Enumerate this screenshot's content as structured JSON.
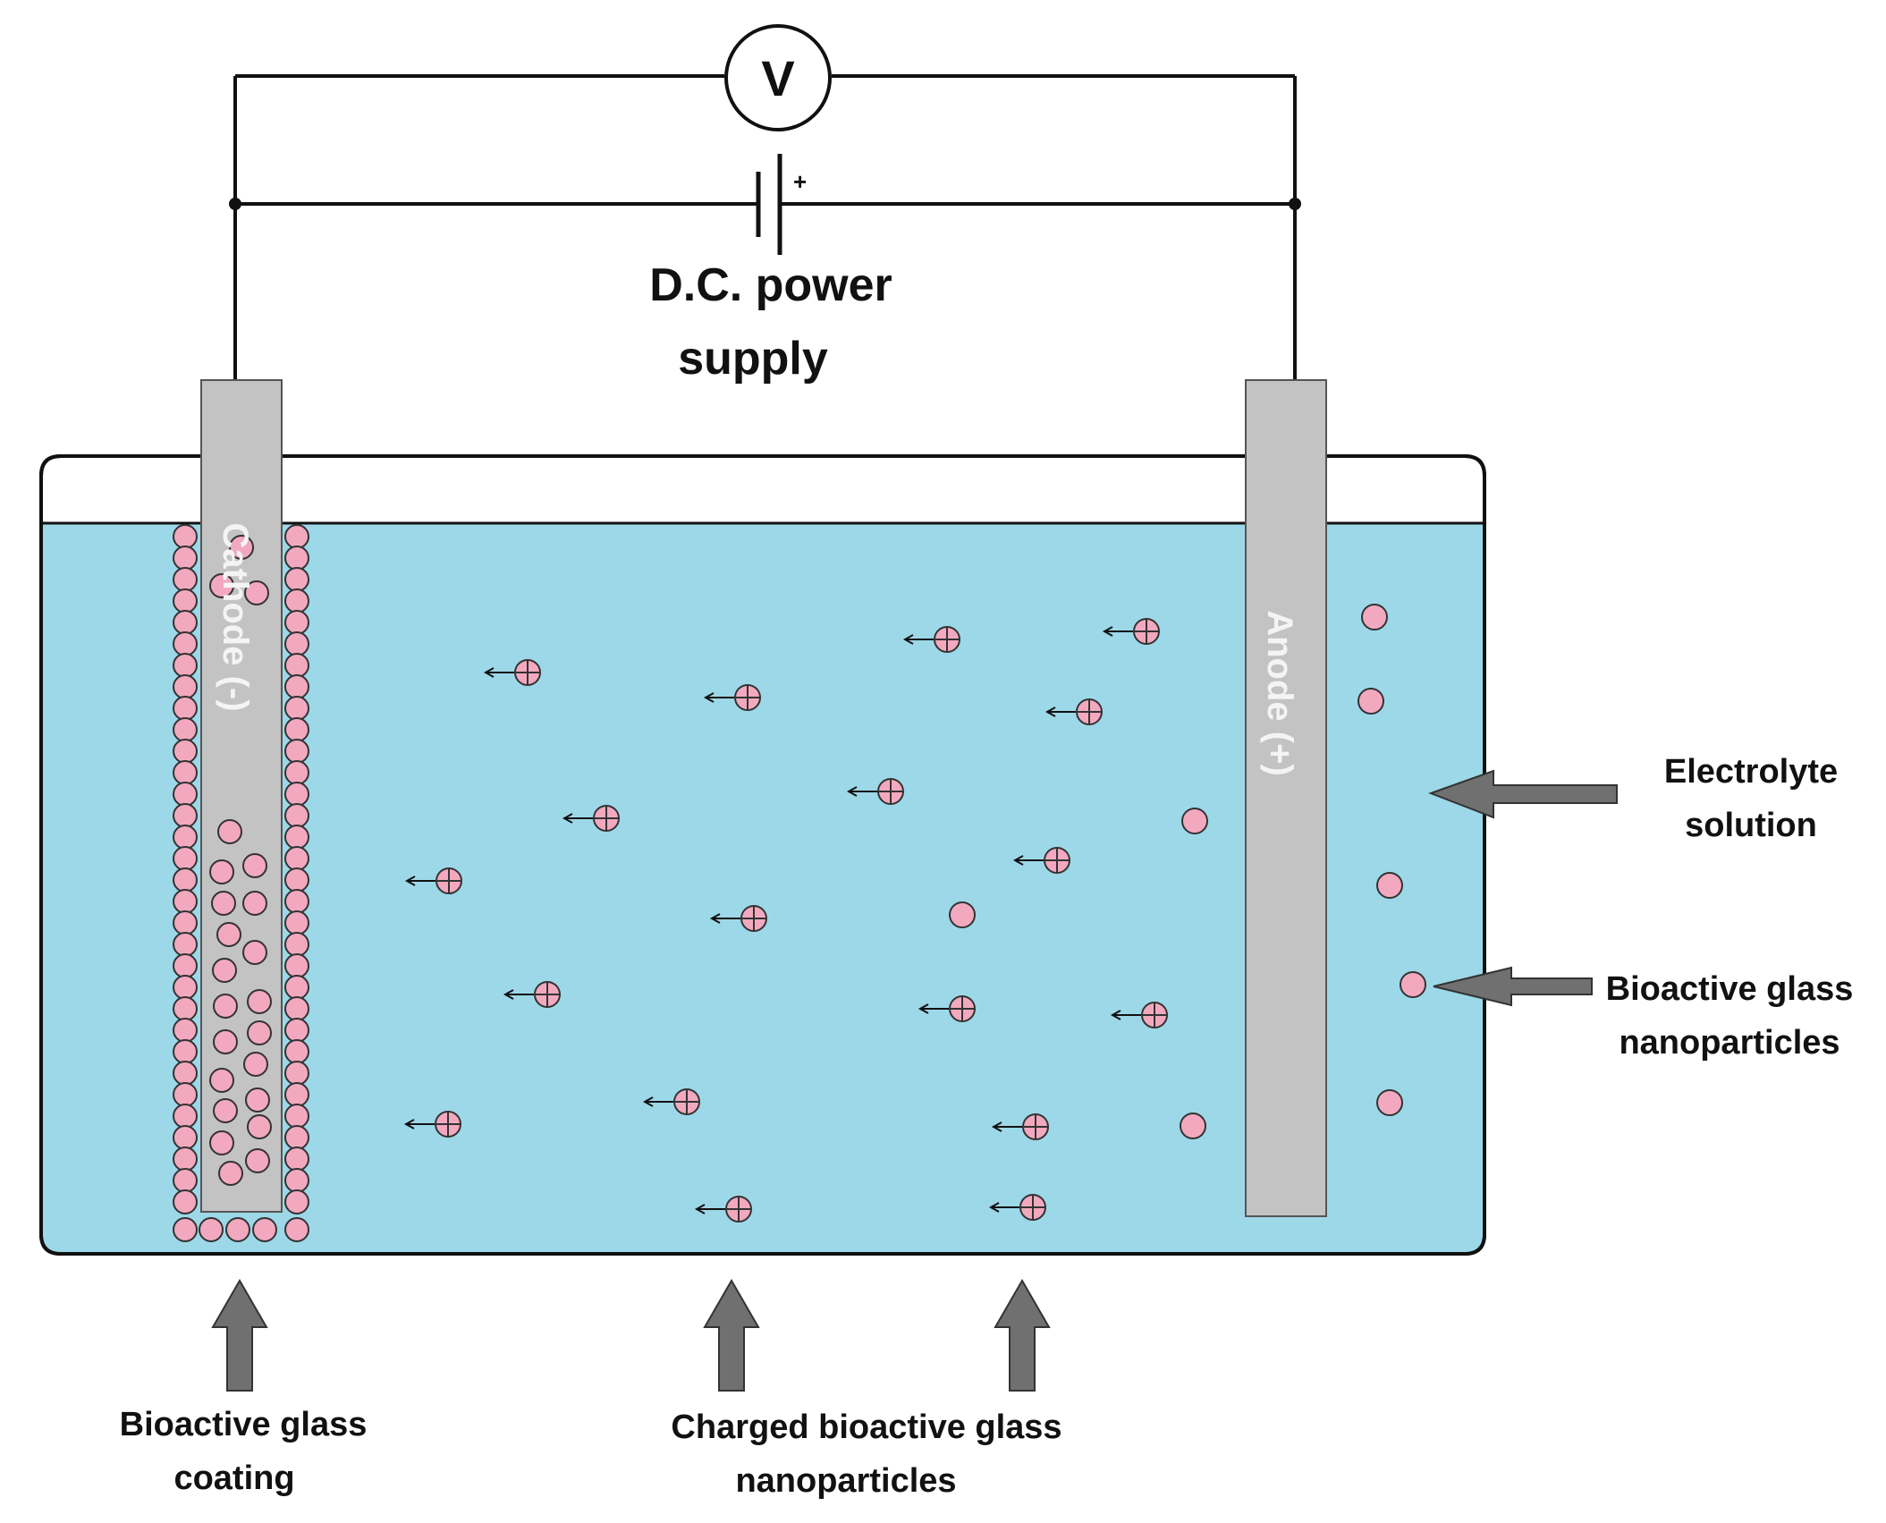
{
  "circuit": {
    "voltmeter_symbol": "V",
    "battery_plus": "+",
    "power_supply_line1": "D.C. power",
    "power_supply_line2": "supply"
  },
  "electrodes": {
    "cathode": "Cathode (-)",
    "anode": "Anode (+)"
  },
  "labels": {
    "electrolyte_line1": "Electrolyte",
    "electrolyte_line2": "solution",
    "bg_nano_line1": "Bioactive glass",
    "bg_nano_line2": "nanoparticles",
    "coating_line1": "Bioactive glass",
    "coating_line2": "coating",
    "charged_line1": "Charged bioactive glass",
    "charged_line2": "nanoparticles"
  },
  "colors": {
    "electrolyte": "#9dd8e8",
    "electrode": "#c3c3c3",
    "particle": "#f2a9bf",
    "arrow": "#707070",
    "wire": "#111111"
  }
}
